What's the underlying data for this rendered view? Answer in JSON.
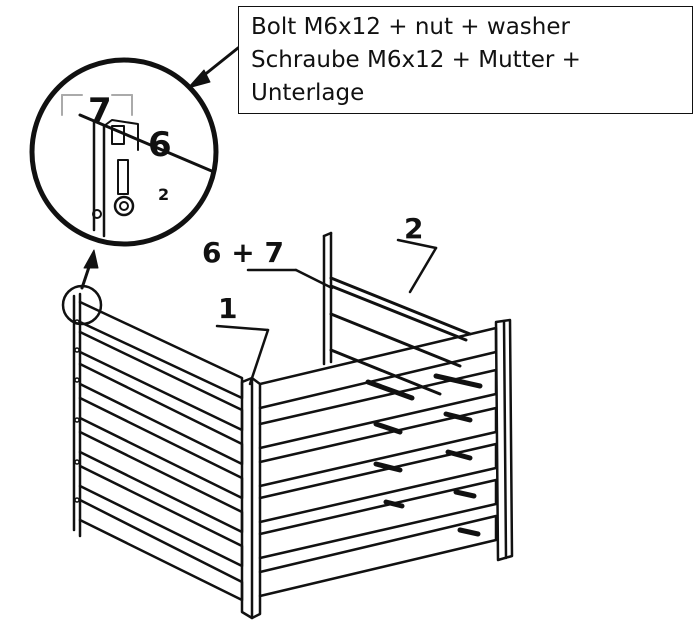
{
  "callout": {
    "lines": [
      "Bolt M6x12 + nut + washer",
      "Schraube M6x12 + Mutter +",
      "Unterlage"
    ]
  },
  "labels": {
    "part_1": "1",
    "part_2": "2",
    "parts_6_7": "6 + 7",
    "detail_6": "6",
    "detail_7": "7",
    "detail_2": "2"
  }
}
